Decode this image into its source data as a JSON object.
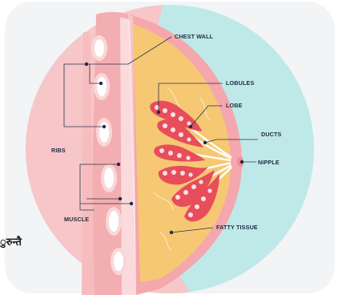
{
  "diagram": {
    "labels": {
      "chest_wall": "CHEST WALL",
      "lobules": "LOBULES",
      "lobe": "LOBE",
      "ducts": "DUCTS",
      "nipple": "NIPPLE",
      "ribs": "RIBS",
      "muscle": "MUSCLE",
      "fatty_tissue": "FATTY TISSUE"
    },
    "colors": {
      "outer_card": "#f2f4f6",
      "circle_pink": "#f7c6c8",
      "circle_teal": "#bfe9e8",
      "skin": "#f4a7ac",
      "fat": "#f6c873",
      "rib": "#ffffff",
      "lobe_red": "#e84d5b",
      "leader_line": "#2b3345",
      "dot": "#1f2a44"
    }
  },
  "cut_text": "ुरुन्तै"
}
